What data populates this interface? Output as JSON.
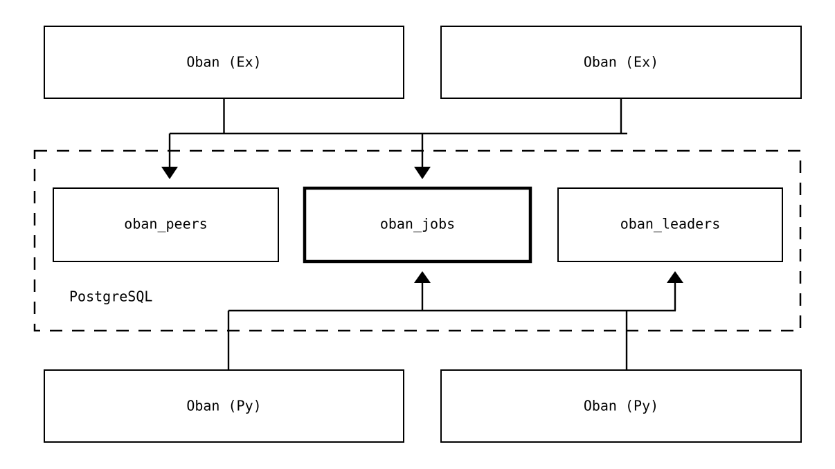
{
  "diagram": {
    "type": "architecture-block-diagram",
    "background_color": "#ffffff",
    "line_color": "#000000",
    "producers": [
      {
        "id": "oban-ex-left",
        "label": "Oban (Ex)"
      },
      {
        "id": "oban-ex-right",
        "label": "Oban (Ex)"
      }
    ],
    "datastore": {
      "label": "PostgreSQL",
      "border_style": "dashed",
      "tables": [
        {
          "id": "oban-peers",
          "label": "oban_peers",
          "emphasis": false
        },
        {
          "id": "oban-jobs",
          "label": "oban_jobs",
          "emphasis": true
        },
        {
          "id": "oban-leaders",
          "label": "oban_leaders",
          "emphasis": false
        }
      ]
    },
    "consumers": [
      {
        "id": "oban-py-left",
        "label": "Oban (Py)"
      },
      {
        "id": "oban-py-right",
        "label": "Oban (Py)"
      }
    ],
    "connections": [
      {
        "from": "oban-ex-left",
        "to": "oban-peers",
        "direction": "down"
      },
      {
        "from": "oban-ex-left",
        "to": "oban-jobs",
        "direction": "down"
      },
      {
        "from": "oban-ex-right",
        "to": "oban-peers",
        "direction": "down"
      },
      {
        "from": "oban-ex-right",
        "to": "oban-jobs",
        "direction": "down"
      },
      {
        "from": "oban-py-left",
        "to": "oban-jobs",
        "direction": "up"
      },
      {
        "from": "oban-py-left",
        "to": "oban-leaders",
        "direction": "up"
      },
      {
        "from": "oban-py-right",
        "to": "oban-jobs",
        "direction": "up"
      },
      {
        "from": "oban-py-right",
        "to": "oban-leaders",
        "direction": "up"
      }
    ]
  }
}
